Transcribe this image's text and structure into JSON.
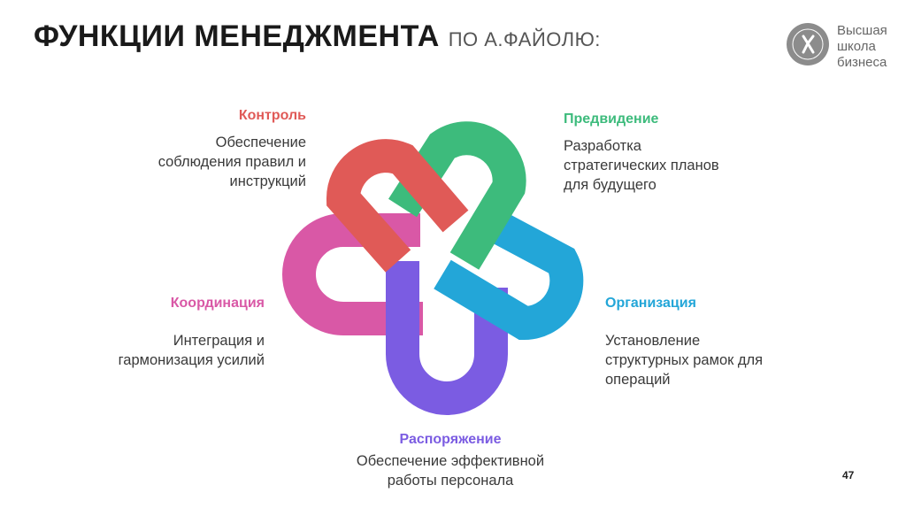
{
  "header": {
    "title": "ФУНКЦИИ МЕНЕДЖМЕНТА",
    "subtitle": "ПО А.ФАЙОЛЮ:"
  },
  "logo": {
    "lines": [
      "Высшая",
      "школа",
      "бизнеса"
    ]
  },
  "functions": {
    "control": {
      "title": "Контроль",
      "lines": [
        "Обеспечение",
        "соблюдения правил и",
        "инструкций"
      ],
      "color": "#e05a57"
    },
    "foresight": {
      "title": "Предвидение",
      "lines": [
        "Разработка",
        "стратегических планов",
        "для будущего"
      ],
      "color": "#3dbb7c"
    },
    "organization": {
      "title": "Организация",
      "lines": [
        "Установление",
        "структурных рамок для",
        "операций"
      ],
      "color": "#23a6d8"
    },
    "command": {
      "title": "Распоряжение",
      "lines": [
        "Обеспечение эффективной",
        "работы персонала"
      ],
      "color": "#7b5ce2"
    },
    "coordination": {
      "title": "Координация",
      "lines": [
        "Интеграция и",
        "гармонизация усилий"
      ],
      "color": "#d958a6"
    }
  },
  "footer": {
    "page_number": "47"
  }
}
